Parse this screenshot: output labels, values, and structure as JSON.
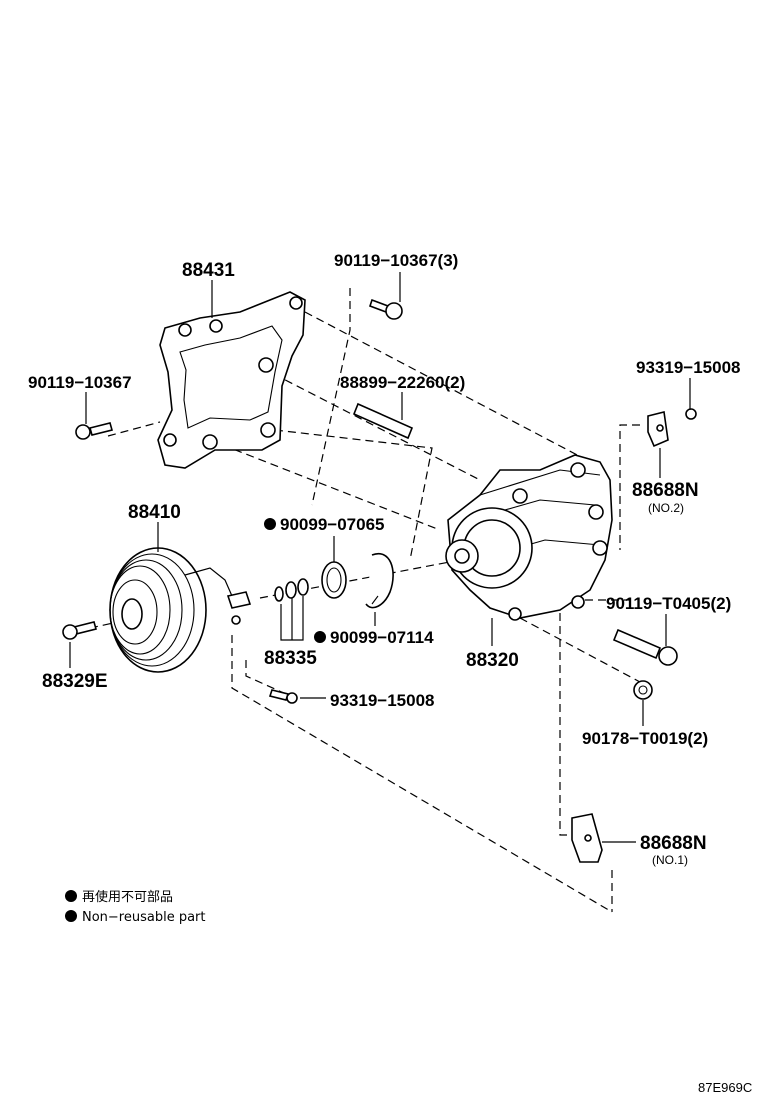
{
  "labels": {
    "p88431": "88431",
    "p90119_10367_3": "90119−10367(3)",
    "p90119_10367": "90119−10367",
    "p88899_22260_2": "88899−22260(2)",
    "p93319_15008_top": "93319−15008",
    "p88688N_top": "88688N",
    "no2": "(NO.2)",
    "p88410": "88410",
    "p90099_07065": "90099−07065",
    "p90099_07114": "90099−07114",
    "p88329E": "88329E",
    "p88335": "88335",
    "p88320": "88320",
    "p90119_T0405_2": "90119−T0405(2)",
    "p93319_15008_bot": "93319−15008",
    "p90178_T0019_2": "90178−T0019(2)",
    "p88688N_bot": "88688N",
    "no1": "(NO.1)"
  },
  "legend": {
    "line1": "再使用不可部品",
    "line2": "Non−reusable part"
  },
  "diagram_code": "87E969C"
}
